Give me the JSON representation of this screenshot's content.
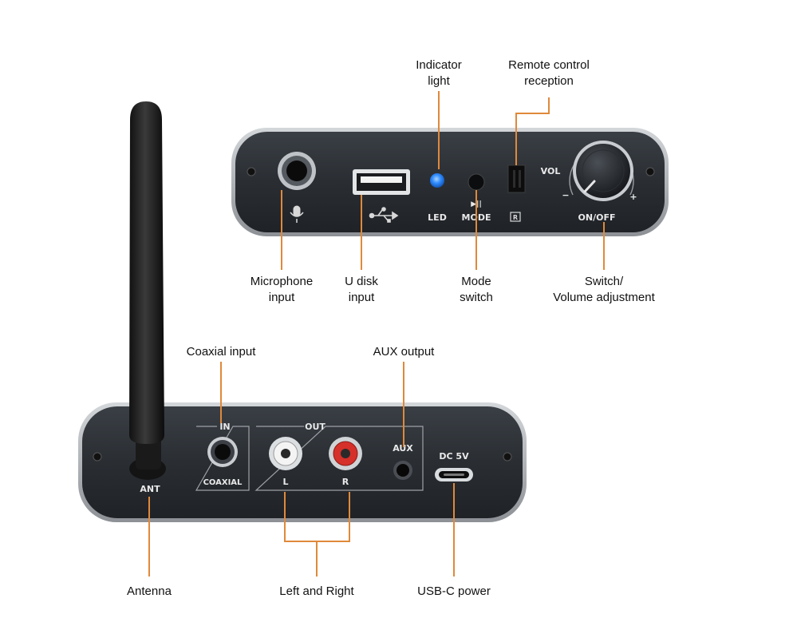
{
  "colors": {
    "leader": "#e0893a",
    "panel": "#2a2e33",
    "panel_rim": "#b9bdc2",
    "led": "#2f8cff",
    "rca_right": "#d6302a",
    "rca_left": "#e8e8e8"
  },
  "front_panel": {
    "led_label": "LED",
    "mode_label": "MODE",
    "mode_glyph": "▶||",
    "vol_label": "VOL",
    "vol_minus": "−",
    "vol_plus": "+",
    "onoff_label": "ON/OFF",
    "icons": [
      "microphone-icon",
      "usb-icon",
      "infrared-icon",
      "play-pause-icon"
    ]
  },
  "back_panel": {
    "in_label": "IN",
    "coaxial_label": "COAXIAL",
    "out_label": "OUT",
    "l_label": "L",
    "r_label": "R",
    "aux_label": "AUX",
    "dc_label": "DC 5V",
    "ant_label": "ANT"
  },
  "callouts": {
    "indicator_light": "Indicator\nlight",
    "remote_control": "Remote control\nreception",
    "microphone_input": "Microphone\ninput",
    "u_disk_input": "U disk\ninput",
    "mode_switch": "Mode\nswitch",
    "switch_volume": "Switch/\nVolume adjustment",
    "coaxial_input": "Coaxial input",
    "aux_output": "AUX output",
    "antenna": "Antenna",
    "left_right": "Left and Right",
    "usb_c_power": "USB-C power"
  }
}
